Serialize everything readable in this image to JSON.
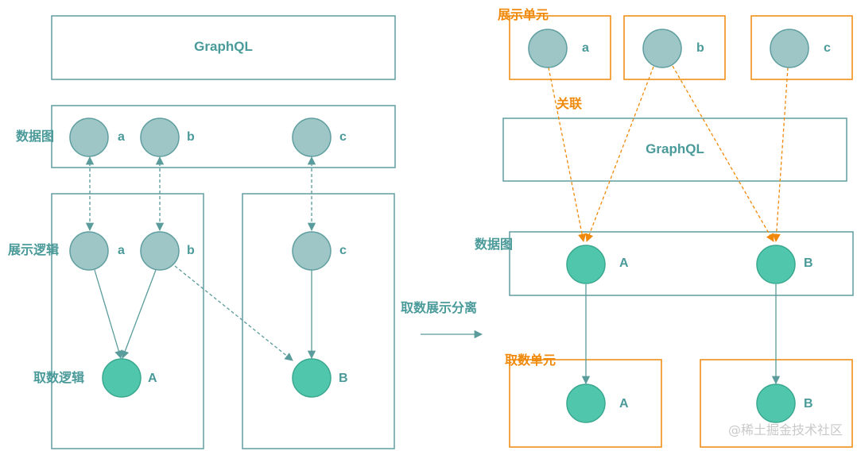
{
  "colors": {
    "teal_border": "#5f9ea0",
    "teal_text": "#4a9a9a",
    "node_light": "#9fc6c6",
    "node_dark": "#50c7ad",
    "arrow_teal": "#5a9b9b",
    "orange": "#f0890a"
  },
  "left": {
    "graphql_label": "GraphQL",
    "data_graph_label": "数据图",
    "presentation_label": "展示逻辑",
    "fetch_label": "取数逻辑",
    "node_a": "a",
    "node_b": "b",
    "node_c": "c",
    "node_A": "A",
    "node_B": "B"
  },
  "middle": {
    "separation_label": "取数展示分离"
  },
  "right": {
    "display_unit_label": "展示单元",
    "association_label": "关联",
    "graphql_label": "GraphQL",
    "data_graph_label": "数据图",
    "fetch_unit_label": "取数单元",
    "node_a": "a",
    "node_b": "b",
    "node_c": "c",
    "node_A": "A",
    "node_B": "B"
  },
  "watermark": "@稀土掘金技术社区"
}
